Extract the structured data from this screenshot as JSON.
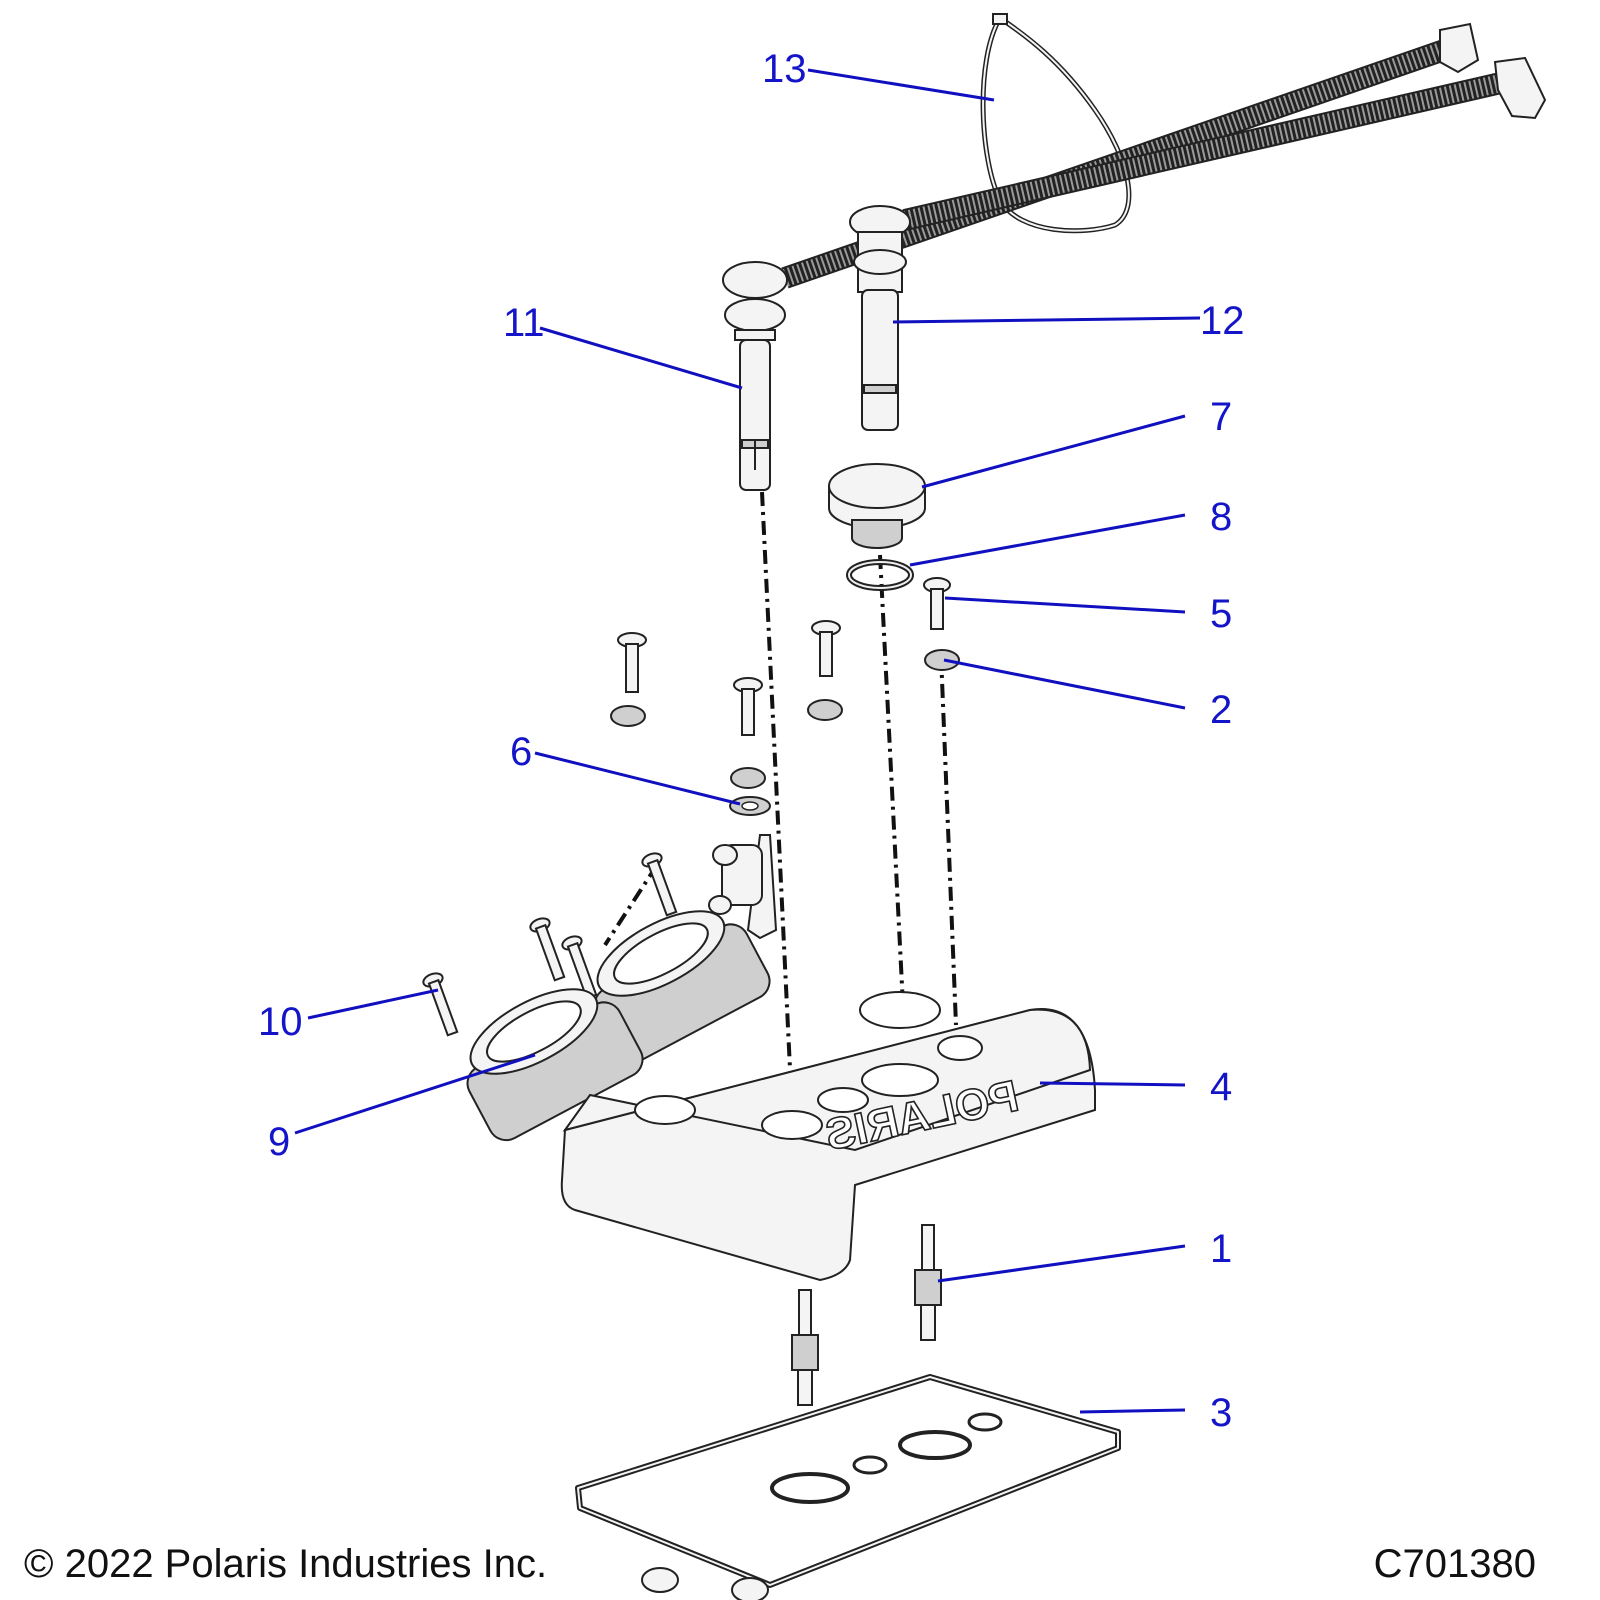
{
  "callouts": [
    {
      "num": "1"
    },
    {
      "num": "2"
    },
    {
      "num": "3"
    },
    {
      "num": "4"
    },
    {
      "num": "5"
    },
    {
      "num": "6"
    },
    {
      "num": "7"
    },
    {
      "num": "8"
    },
    {
      "num": "9"
    },
    {
      "num": "10"
    },
    {
      "num": "11"
    },
    {
      "num": "12"
    },
    {
      "num": "13"
    }
  ],
  "cover_logo_text": "POLARIS",
  "footer": {
    "copyright": "© 2022 Polaris Industries Inc.",
    "drawing_code": "C701380"
  },
  "colors": {
    "callout": "#1414c8",
    "leader": "#1010c0"
  }
}
